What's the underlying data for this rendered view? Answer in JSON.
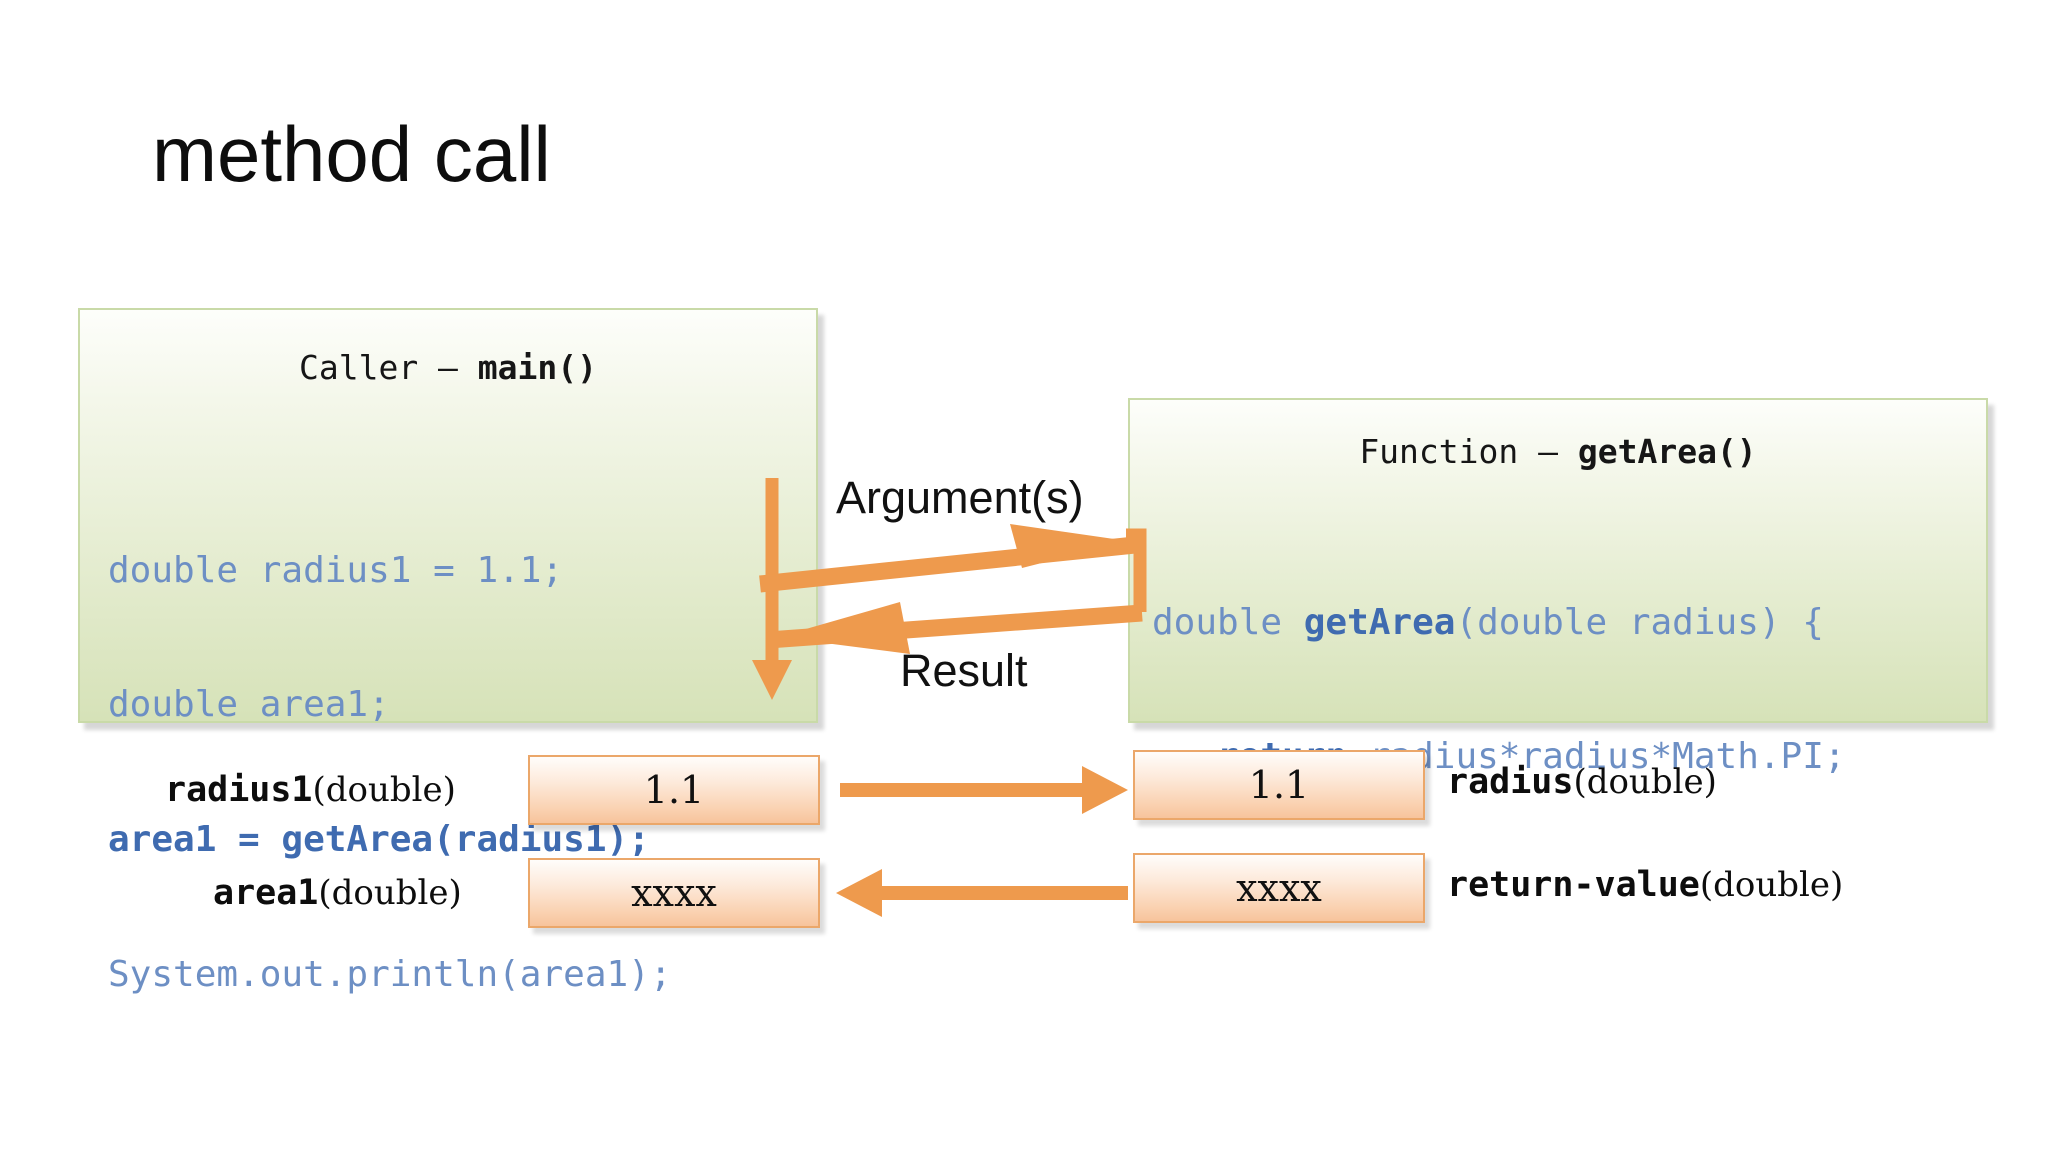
{
  "slide": {
    "title": "method call",
    "accent_orange": "#ee9a4d",
    "panel_green_border": "#c9daa8",
    "panel_green_fill": "#d6e2b8",
    "code_blue": "#6d8fc4",
    "value_box_orange": "#eba76a"
  },
  "caller_panel": {
    "heading_plain": "Caller – ",
    "heading_bold": "main()",
    "code_lines": [
      {
        "text": "double radius1 = 1.1;",
        "bold": false
      },
      {
        "text": "double area1;",
        "bold": false
      },
      {
        "text": "area1 = getArea(radius1);",
        "bold": true
      },
      {
        "text": "System.out.println(area1);",
        "bold": false
      }
    ]
  },
  "function_panel": {
    "heading_plain": "Function – ",
    "heading_bold": "getArea()",
    "code_line1_a": "double ",
    "code_line1_b": "getArea",
    "code_line1_c": "(double radius) {",
    "code_line2_a": "   return",
    "code_line2_b": " radius*radius*Math.PI;",
    "code_line3": "}"
  },
  "flow_labels": {
    "arguments": "Argument(s)",
    "result": "Result"
  },
  "variables": {
    "caller": [
      {
        "name": "radius1",
        "type": "(double)",
        "value": "1.1"
      },
      {
        "name": "area1",
        "type": "(double)",
        "value": "xxxx"
      }
    ],
    "callee": [
      {
        "name": "radius",
        "type": "(double)",
        "value": "1.1"
      },
      {
        "name": "return-value",
        "type": "(double)",
        "value": "xxxx"
      }
    ]
  }
}
